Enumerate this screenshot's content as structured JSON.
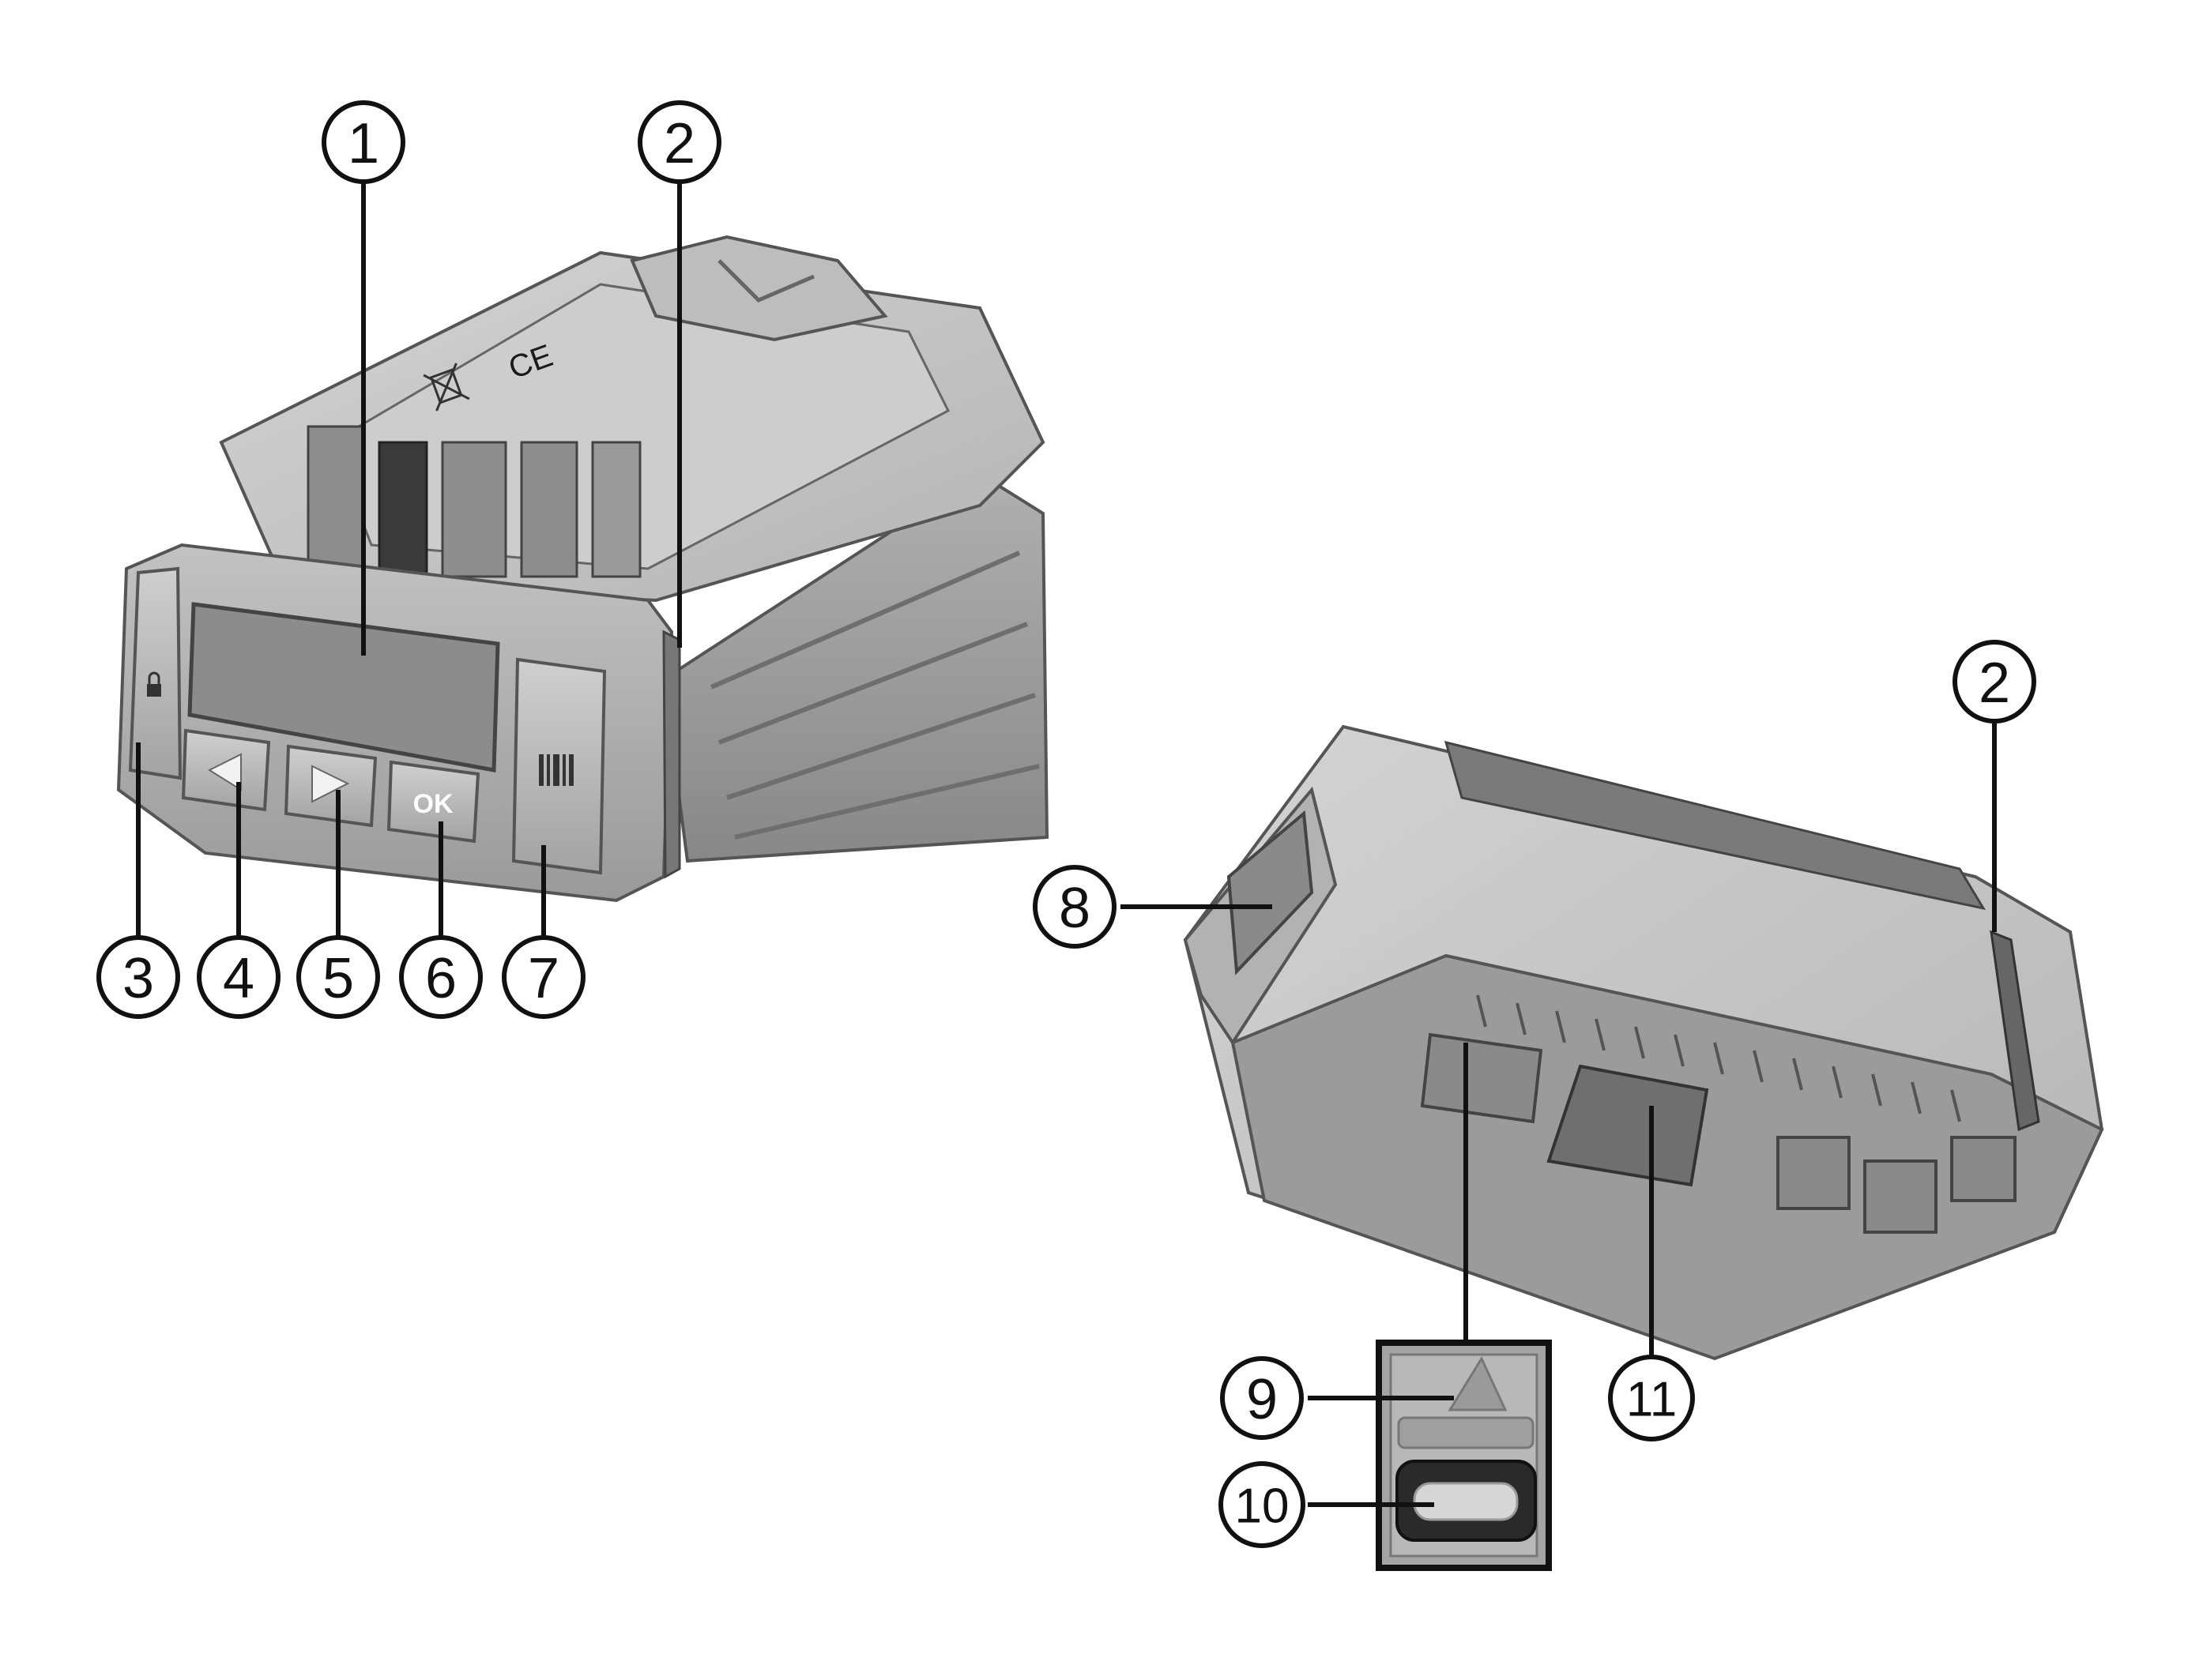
{
  "callouts": [
    {
      "id": "c1",
      "label": "1"
    },
    {
      "id": "c2a",
      "label": "2"
    },
    {
      "id": "c3",
      "label": "3"
    },
    {
      "id": "c4",
      "label": "4"
    },
    {
      "id": "c5",
      "label": "5"
    },
    {
      "id": "c6",
      "label": "6"
    },
    {
      "id": "c7",
      "label": "7"
    },
    {
      "id": "c2b",
      "label": "2"
    },
    {
      "id": "c8",
      "label": "8"
    },
    {
      "id": "c9",
      "label": "9"
    },
    {
      "id": "c10",
      "label": "10"
    },
    {
      "id": "c11",
      "label": "11"
    }
  ],
  "device_markings": {
    "ok_button": "OK",
    "ce_mark": "CE"
  },
  "icons": {
    "left_button": "triangle-left-icon",
    "right_button": "triangle-right-icon",
    "lock_button": "padlock-icon",
    "barcode_button": "barcode-icon",
    "recycle_bin": "crossed-bin-icon",
    "warning": "triangle-warning-icon"
  },
  "colors": {
    "body_light": "#c9c9c9",
    "body_mid": "#a9a9a9",
    "body_dark": "#7e7e7e",
    "display": "#8c8c8c",
    "line": "#111111"
  }
}
